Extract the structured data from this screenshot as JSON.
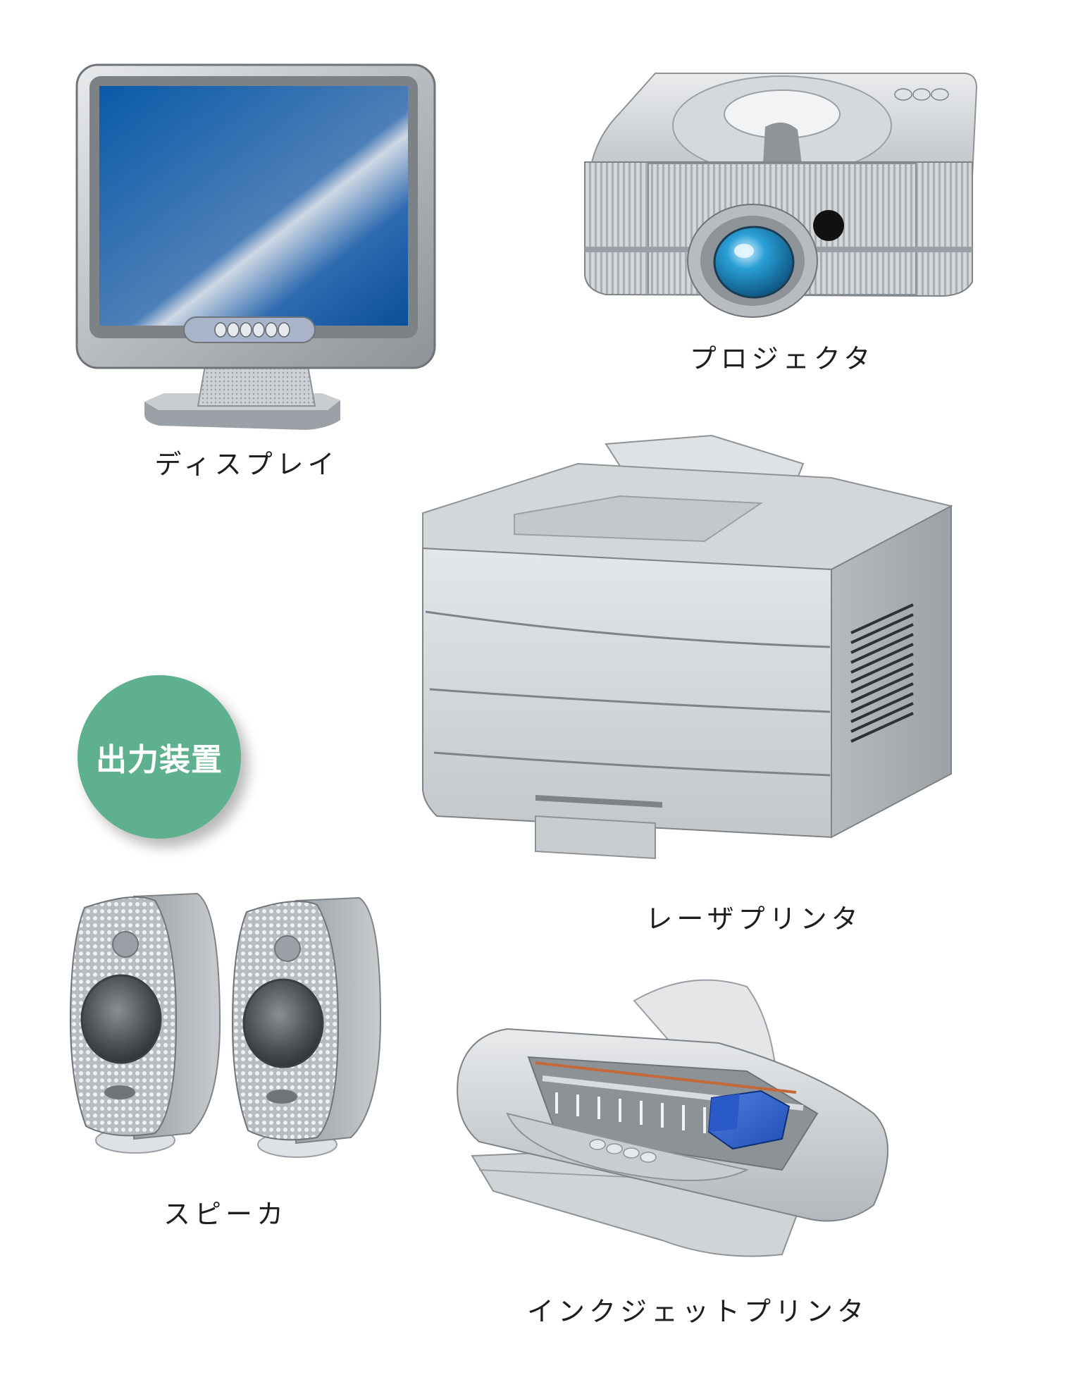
{
  "badge": {
    "text": "出力装置",
    "color": "#5fb08e"
  },
  "devices": {
    "display": {
      "label": "ディスプレイ",
      "icon": "monitor-icon"
    },
    "projector": {
      "label": "プロジェクタ",
      "icon": "projector-icon"
    },
    "laser_printer": {
      "label": "レーザプリンタ",
      "icon": "laser-printer-icon"
    },
    "speaker": {
      "label": "スピーカ",
      "icon": "speaker-icon"
    },
    "inkjet_printer": {
      "label": "インクジェットプリンタ",
      "icon": "inkjet-printer-icon"
    }
  },
  "colors": {
    "screen": "#0a5aa8",
    "lens": "#2a9fd6",
    "ink_cartridge": "#1f4fb5",
    "body_gray": "#c8cccf"
  }
}
